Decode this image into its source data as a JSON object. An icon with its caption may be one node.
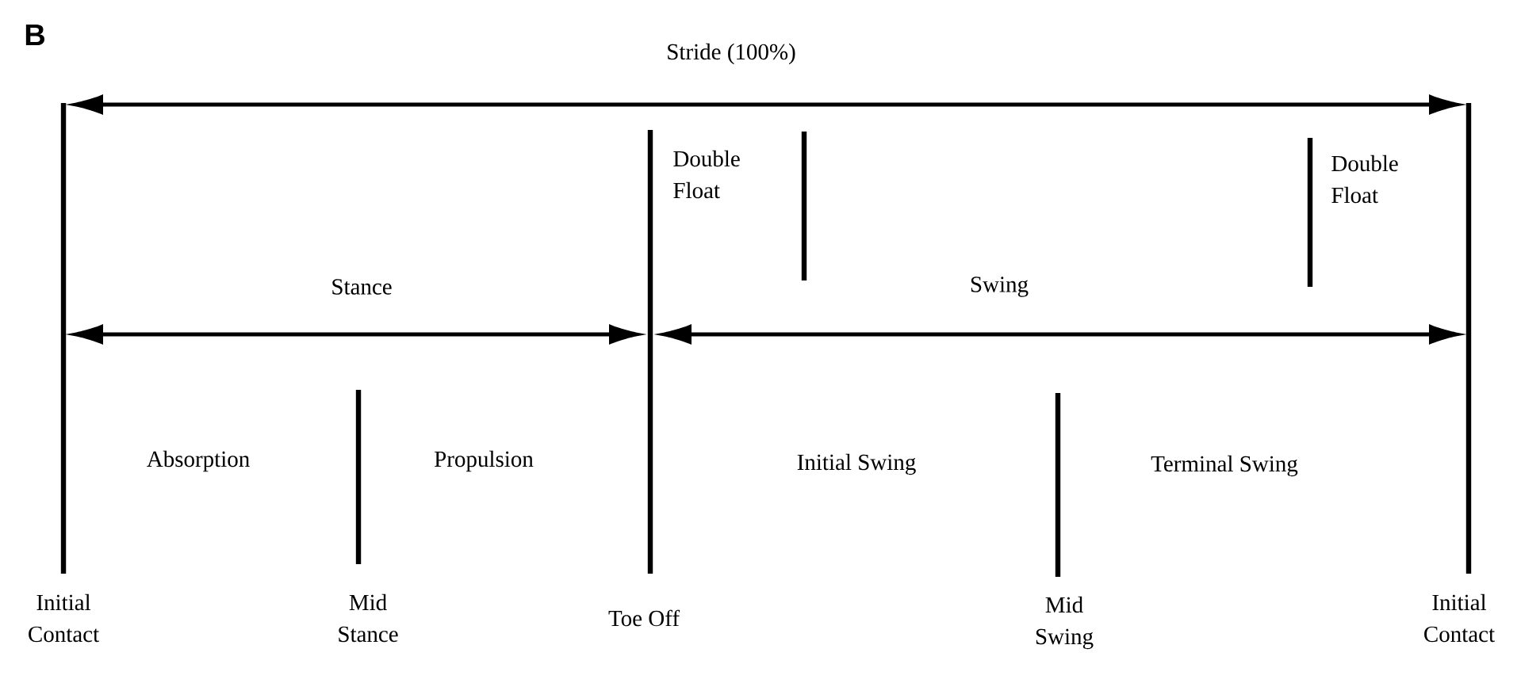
{
  "diagram": {
    "labels": [
      "B",
      "Stride (100%)",
      "Double Float",
      "Double Float",
      "Stance",
      "Swing",
      "Absorption",
      "Propulsion",
      "Initial Swing",
      "Terminal Swing",
      "Initial Contact",
      "Mid Stance",
      "Toe Off",
      "Mid Swing",
      "Initial Contact"
    ]
  }
}
